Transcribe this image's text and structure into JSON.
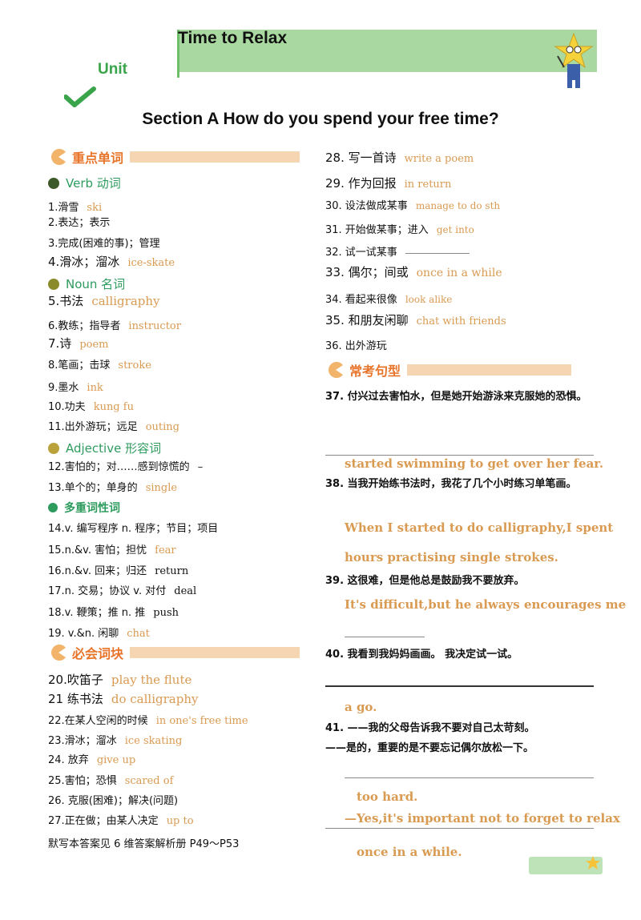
{
  "header": {
    "title": "Time  to  Relax",
    "unit_label": "Unit"
  },
  "section_title": "Section A  How do you spend your free time?",
  "left": {
    "h_words": "重点单词",
    "sub_verb": "Verb  动词",
    "verbs": [
      {
        "n": "1.滑雪",
        "a": "ski"
      },
      {
        "n": "2.表达；表示",
        "a": ""
      },
      {
        "n": "3.完成(困难的事)；管理",
        "a": ""
      },
      {
        "n": "4.滑冰；溜冰",
        "a": "ice-skate"
      }
    ],
    "sub_noun": "Noun  名词",
    "nouns": [
      {
        "n": "5.书法",
        "a": "calligraphy"
      },
      {
        "n": "6.教练；指导者",
        "a": "instructor"
      },
      {
        "n": "7.诗",
        "a": "poem"
      },
      {
        "n": "8.笔画；击球",
        "a": "stroke"
      },
      {
        "n": "9.墨水",
        "a": "ink"
      },
      {
        "n": "10.功夫",
        "a": "kung  fu"
      },
      {
        "n": "11.出外游玩；远足",
        "a": "outing"
      }
    ],
    "sub_adj": "Adjective  形容词",
    "adjs": [
      {
        "n": "12.害怕的；对……感到惊慌的",
        "a": "–"
      },
      {
        "n": "13.单个的；单身的",
        "a": "single"
      }
    ],
    "sub_multi": "多重词性词",
    "multi": [
      {
        "n": "14.v. 编写程序    n. 程序；节目；项目",
        "a": ""
      },
      {
        "n": "15.n.&v.  害怕；担忧",
        "a": "fear"
      },
      {
        "n": "16.n.&v.  回来；归还",
        "a": "return"
      },
      {
        "n": "17.n.  交易；协议    v. 对付",
        "a": "deal"
      },
      {
        "n": "18.v.  鞭策；推     n. 推",
        "a": "push"
      },
      {
        "n": "19. v.&n.  闲聊",
        "a": "chat"
      }
    ],
    "h_phrases": "必会词块",
    "phrases": [
      {
        "n": "20.吹笛子",
        "a": "play the flute"
      },
      {
        "n": "21 练书法",
        "a": "do calligraphy"
      },
      {
        "n": "22.在某人空闲的时候",
        "a": "in  one's  free  time"
      },
      {
        "n": "23.滑冰；溜冰",
        "a": "ice  skating"
      },
      {
        "n": "24. 放弃",
        "a": "give  up"
      },
      {
        "n": "25.害怕；恐惧",
        "a": "scared  of"
      },
      {
        "n": "26. 克服(困难)；解决(问题)",
        "a": ""
      },
      {
        "n": "27.正在做；由某人决定",
        "a": "up  to"
      }
    ],
    "footer": "默写本答案见 6 维答案解析册  P49～P53"
  },
  "right": {
    "phrases": [
      {
        "n": "28. 写一首诗",
        "a": "write a poem"
      },
      {
        "n": "29. 作为回报",
        "a": "in  return"
      },
      {
        "n": "30. 设法做成某事",
        "a": "manage  to  do  sth"
      },
      {
        "n": "31. 开始做某事；进入",
        "a": "get   into"
      },
      {
        "n": "32. 试一试某事",
        "a": ""
      },
      {
        "n": "33. 偶尔；间或",
        "a": "once in a  while"
      },
      {
        "n": "34. 看起来很像",
        "a": "look   alike"
      },
      {
        "n": "35. 和朋友闲聊",
        "a": "chat  with  friends"
      },
      {
        "n": "36. 出外游玩",
        "a": ""
      }
    ],
    "h_sentences": "常考句型",
    "q37": "37. 付兴过去害怕水，但是她开始游泳来克服她的恐惧。",
    "a37": "started swimming to get over her fear.",
    "q38": "38. 当我开始练书法时，我花了几个小时练习单笔画。",
    "a38a": "When I started to do calligraphy,I spent",
    "a38b": "hours practising single strokes.",
    "q39": "39. 这很难，但是他总是鼓励我不要放弃。",
    "a39": "It's difficult,but he always encourages me",
    "q40": "40. 我看到我妈妈画画。  我决定试一试。",
    "a40": "a go.",
    "q41a": "41. ——我的父母告诉我不要对自己太苛刻。",
    "q41b": "——是的，重要的是不要忘记偶尔放松一下。",
    "a41a": "too hard.",
    "a41b": "—Yes,it's important not to forget to relax",
    "a41c": "once in a while."
  },
  "colors": {
    "accent_orange": "#e8742a",
    "answer": "#d99a52",
    "green": "#2e9b5e",
    "banner": "#a9d9a1"
  }
}
